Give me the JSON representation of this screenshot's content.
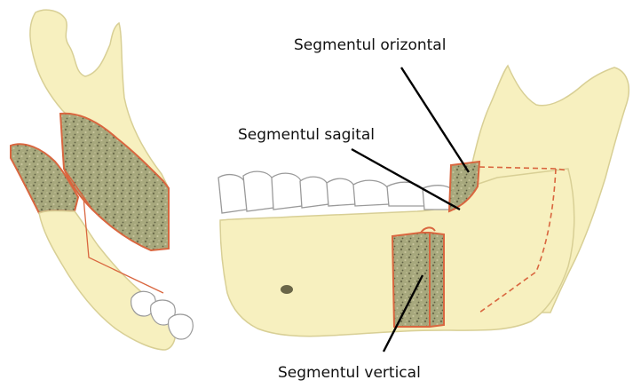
{
  "labels": {
    "orizontal": "Segmentul orizontal",
    "sagital": "Segmentul sagital",
    "vertical": "Segmentul vertical"
  },
  "colors": {
    "bone": "#f7f0bf",
    "bone_stroke": "#d8cf95",
    "cut_fill": "#a6a77c",
    "cut_stroke": "#d9663f",
    "tooth": "#ffffff",
    "tooth_stroke": "#9a9a9a",
    "leader": "#000000"
  }
}
